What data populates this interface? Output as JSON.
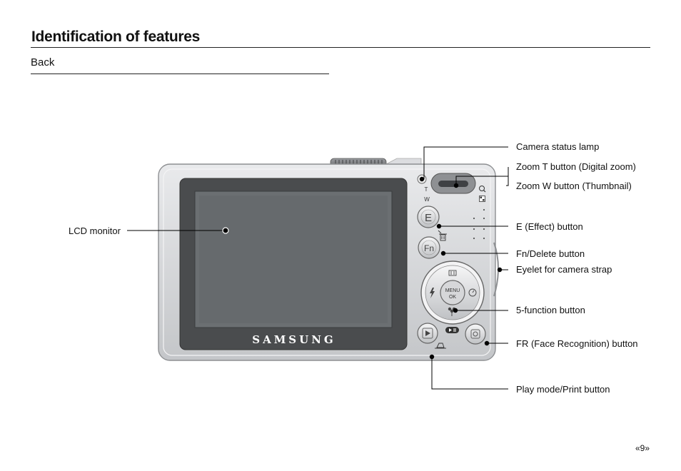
{
  "header": {
    "title": "Identification of features",
    "section": "Back"
  },
  "figure": {
    "brand": "SAMSUNG",
    "controls": {
      "e_button": "E",
      "fn_button": "Fn",
      "menu_ok": "MENU",
      "menu_ok_sub": "OK",
      "zoom_t": "T",
      "zoom_w": "W"
    }
  },
  "labels": {
    "camera_status_lamp": "Camera status lamp",
    "zoom_t_button": "Zoom T button (Digital zoom)",
    "zoom_w_button": "Zoom W button (Thumbnail)",
    "e_effect_button": "E (Effect) button",
    "fn_delete_button": "Fn/Delete button",
    "eyelet": "Eyelet for camera strap",
    "five_function_button": "5-function button",
    "fr_button": "FR (Face Recognition) button",
    "play_mode_button": "Play mode/Print button",
    "lcd_monitor": "LCD monitor"
  },
  "footer": {
    "page": "«9»"
  }
}
